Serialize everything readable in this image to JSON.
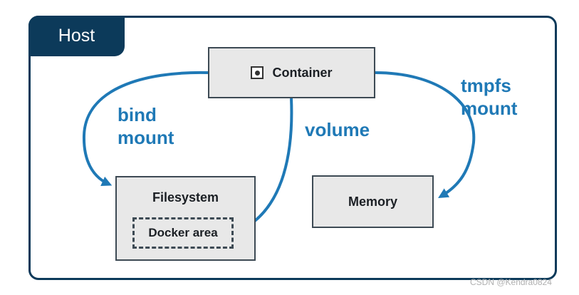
{
  "host": {
    "label": "Host"
  },
  "nodes": {
    "container": "Container",
    "filesystem": "Filesystem",
    "docker_area": "Docker area",
    "memory": "Memory"
  },
  "edges": {
    "bind_mount": [
      "bind",
      "mount"
    ],
    "volume": "volume",
    "tmpfs_mount": [
      "tmpfs",
      "mount"
    ]
  },
  "watermark": "CSDN @Kendra0824",
  "colors": {
    "frame": "#0c3a5a",
    "arrow": "#1f79b6",
    "box_fill": "#e8e8e8",
    "box_border": "#3d4a54"
  }
}
